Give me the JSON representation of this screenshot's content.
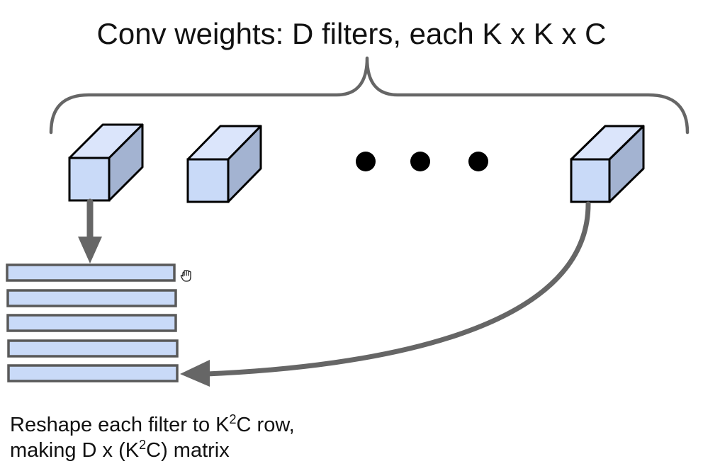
{
  "title": "Conv weights: D filters, each K x K x C",
  "caption": {
    "line1": {
      "before": "Reshape each filter to K",
      "sup": "2",
      "after": "C row,"
    },
    "line2": {
      "before": "making D x (K",
      "sup": "2",
      "after": "C) matrix"
    }
  },
  "colors": {
    "cube_front": "#c9daf8",
    "cube_top": "#dbe5fb",
    "cube_side": "#a3b3d1",
    "row_fill": "#c9daf8",
    "row_stroke": "#595959",
    "arrow": "#666666",
    "brace": "#666666",
    "dots": "#000000"
  }
}
